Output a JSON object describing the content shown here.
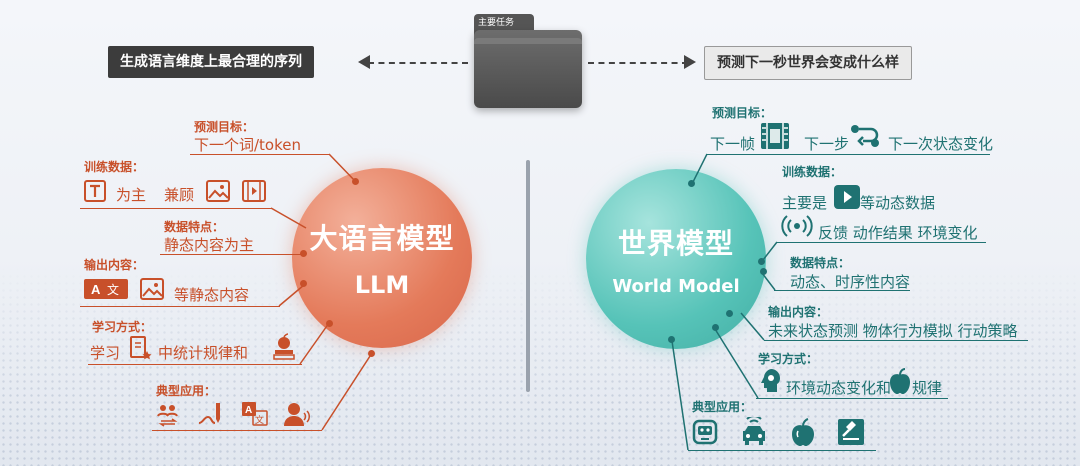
{
  "center": {
    "folder_label": "主要任务"
  },
  "left_top_label": "生成语言维度上最合理的序列",
  "right_top_label": "预测下一秒世界会变成什么样",
  "llm": {
    "title": "大语言模型",
    "subtitle": "LLM",
    "predict_h": "预测目标：",
    "predict_t": "下一个词/token",
    "train_h": "训练数据：",
    "train_main": "为主",
    "train_also": "兼顾",
    "feature_h": "数据特点：",
    "feature_t": "静态内容为主",
    "output_h": "输出内容：",
    "output_t": "等静态内容",
    "learn_h": "学习方式：",
    "learn_pre": "学习",
    "learn_post": "中统计规律和",
    "app_h": "典型应用："
  },
  "wm": {
    "title": "世界模型",
    "subtitle": "World Model",
    "predict_h": "预测目标：",
    "predict_1": "下一帧",
    "predict_2": "下一步",
    "predict_3": "下一次状态变化",
    "train_h": "训练数据：",
    "train_pre": "主要是",
    "train_post": "等动态数据",
    "train_line2": "反馈  动作结果  环境变化",
    "feature_h": "数据特点：",
    "feature_t": "动态、时序性内容",
    "output_h": "输出内容：",
    "output_t": "未来状态预测  物体行为模拟  行动策略",
    "learn_h": "学习方式：",
    "learn_pre": "环境动态变化和",
    "learn_post": "规律",
    "app_h": "典型应用："
  },
  "colors": {
    "orange": "#c8502a",
    "teal": "#1f7272",
    "llm_circle": "#e47a5a",
    "wm_circle": "#56c3b8"
  }
}
